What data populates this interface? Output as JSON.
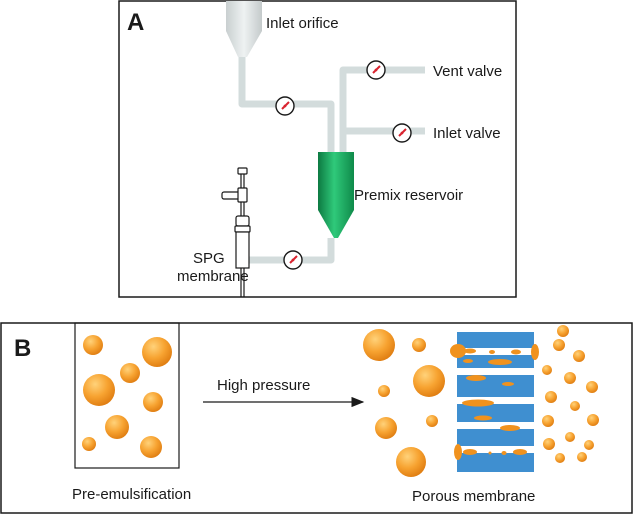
{
  "panels": {
    "a": {
      "letter": "A",
      "labels": {
        "inlet_orifice": "Inlet orifice",
        "vent_valve": "Vent valve",
        "inlet_valve": "Inlet valve",
        "premix_reservoir": "Premix reservoir",
        "spg_line1": "SPG",
        "spg_line2": "membrane"
      }
    },
    "b": {
      "letter": "B",
      "labels": {
        "arrow": "High pressure",
        "pre_emulsification": "Pre-emulsification",
        "porous_membrane": "Porous membrane"
      }
    }
  },
  "colors": {
    "pipe": "#d3dcdc",
    "reservoir": "#1f9e5c",
    "droplet": "#f0921e",
    "membrane": "#3f8fd0",
    "gauge_needle": "#d9232f"
  },
  "icons": [
    "pressure-gauge-icon",
    "valve-stem-icon"
  ]
}
